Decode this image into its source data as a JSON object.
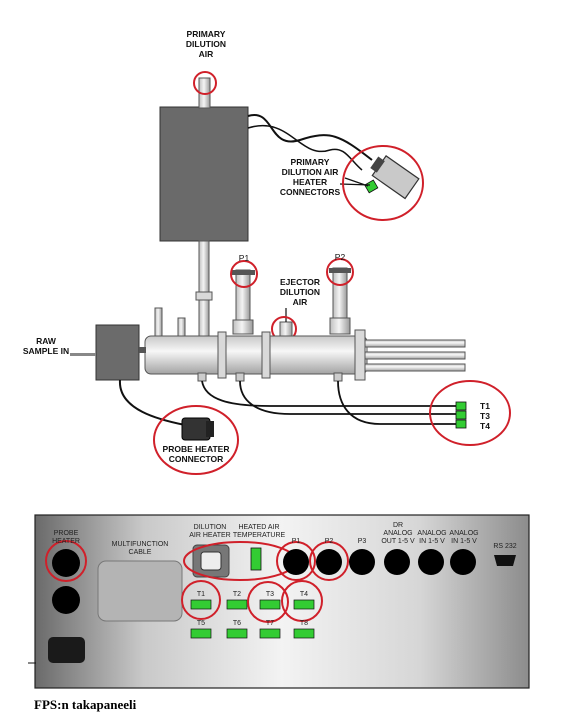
{
  "diagram": {
    "primary_air_label": "PRIMARY\nDILUTION\nAIR",
    "heater_conn_label": "PRIMARY\nDILUTION AIR\nHEATER\nCONNECTORS",
    "p1_label": "P1",
    "p2_label": "P2",
    "ejector_label": "EJECTOR\nDILUTION\nAIR",
    "raw_label": "RAW\nSAMPLE IN",
    "t1_label": "T1",
    "t3_label": "T3",
    "t4_label": "T4",
    "probe_heater_conn_label": "PROBE HEATER\nCONNECTOR"
  },
  "panel": {
    "probe_heater": "PROBE\nHEATER",
    "multifunction": "MULTIFUNCTION\nCABLE",
    "dilution_heater": "DILUTION\nAIR HEATER",
    "heated_air_temp": "HEATED AIR\nTEMPERATURE",
    "p1": "P1",
    "p2": "P2",
    "p3": "P3",
    "dr_analog": "DR\nANALOG\nOUT 1-5 V",
    "analog_in_1": "ANALOG\nIN 1-5 V",
    "analog_in_2": "ANALOG\nIN 1-5 V",
    "rs232": "RS 232",
    "t_labels": [
      "T1",
      "T2",
      "T3",
      "T4",
      "T5",
      "T6",
      "T7",
      "T8"
    ]
  },
  "caption": "FPS:n takapaneeli",
  "colors": {
    "highlight_circle": "#d0202a",
    "connector_green": "#33cc33"
  }
}
